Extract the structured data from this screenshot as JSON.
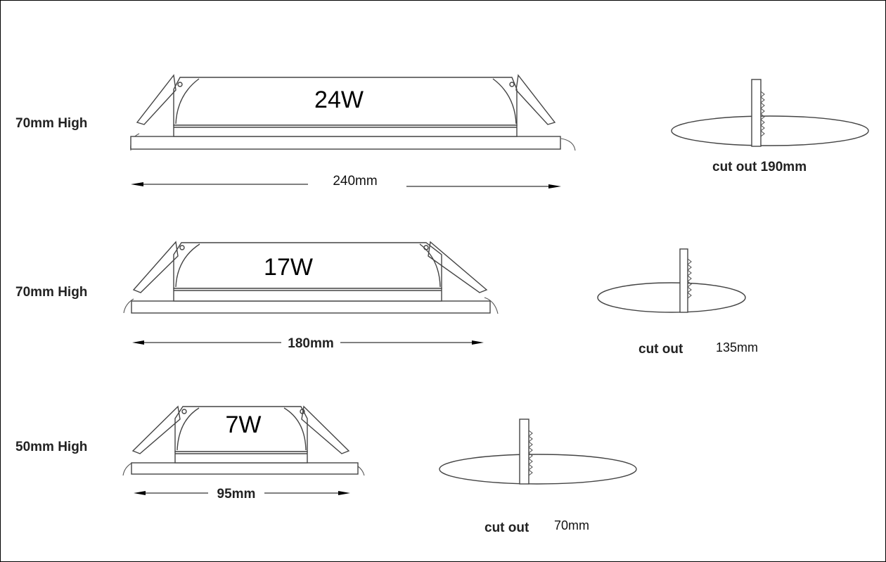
{
  "rows": [
    {
      "height_label": "70mm High",
      "wattage": "24W",
      "width_label": "240mm",
      "cutout_label": "cut out 190mm",
      "cutout_value": ""
    },
    {
      "height_label": "70mm High",
      "wattage": "17W",
      "width_label": "180mm",
      "cutout_label": "cut out",
      "cutout_value": "135mm"
    },
    {
      "height_label": "50mm High",
      "wattage": "7W",
      "width_label": "95mm",
      "cutout_label": "cut out",
      "cutout_value": "70mm"
    }
  ]
}
